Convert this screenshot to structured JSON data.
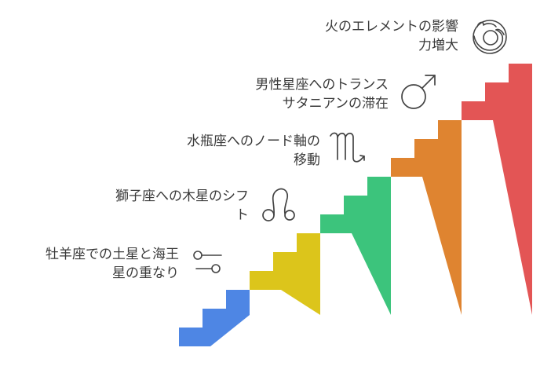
{
  "steps": [
    {
      "id": "step-1",
      "color": "#4E86E4",
      "label": [
        "牡羊座での土星と海王",
        "星の重なり"
      ],
      "icon": "conjunction-icon"
    },
    {
      "id": "step-2",
      "color": "#DCC51B",
      "label": [
        "獅子座への木星のシフ",
        "ト"
      ],
      "icon": "leo-icon"
    },
    {
      "id": "step-3",
      "color": "#3CC47C",
      "label": [
        "水瓶座へのノード軸の",
        "移動"
      ],
      "icon": "scorpio-icon"
    },
    {
      "id": "step-4",
      "color": "#DF8430",
      "label": [
        "男性星座へのトランス",
        "サタニアンの滞在"
      ],
      "icon": "mars-icon"
    },
    {
      "id": "step-5",
      "color": "#E35555",
      "label": [
        "火のエレメントの影響",
        "力増大"
      ],
      "icon": "firefox-icon"
    }
  ]
}
